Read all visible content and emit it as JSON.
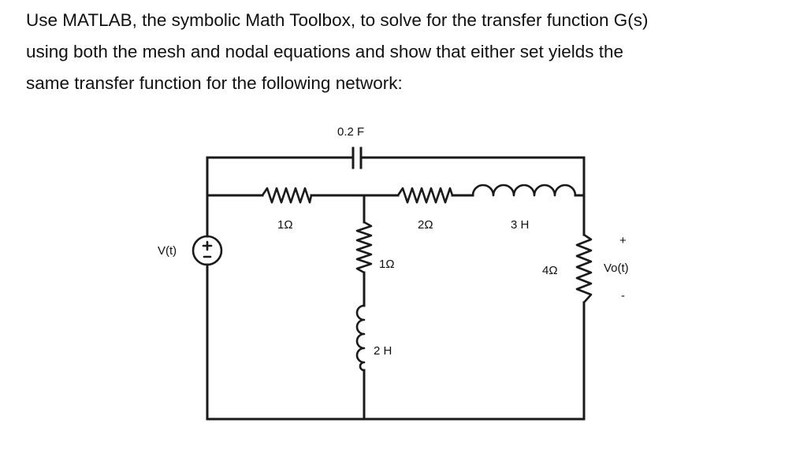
{
  "problem": {
    "lines": [
      "Use MATLAB, the symbolic Math Toolbox, to solve for the transfer function G(s)",
      "using both the mesh and nodal equations and show that either set yields the",
      "same transfer function for the following network:"
    ]
  },
  "circuit": {
    "source_label": "V(t)",
    "capacitor_label": "0.2 F",
    "r1_label": "1Ω",
    "r2_label": "2Ω",
    "l1_label": "3 H",
    "r3_label": "1Ω",
    "l2_label": "2 H",
    "r4_label": "4Ω",
    "output_plus": "+",
    "output_label": "Vo(t)",
    "output_minus": "-"
  }
}
